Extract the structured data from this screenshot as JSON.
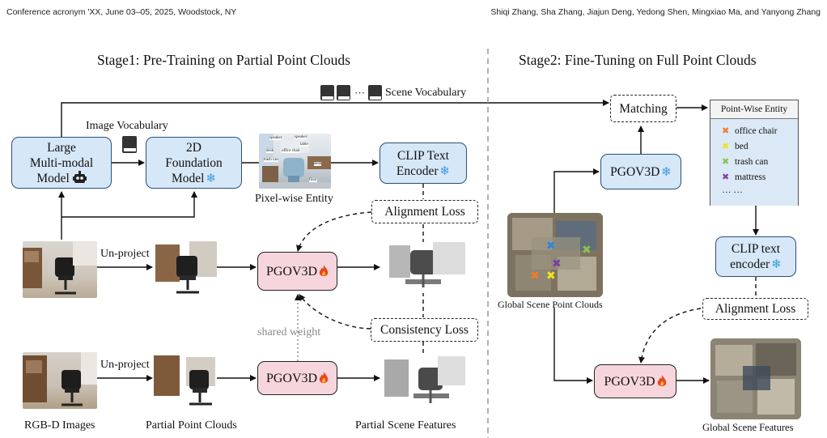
{
  "header": {
    "left": "Conference acronym 'XX, June 03–05, 2025, Woodstock, NY",
    "right": "Shiqi Zhang, Sha Zhang, Jiajun Deng, Yedong Shen, Mingxiao Ma, and Yanyong Zhang"
  },
  "stage1": {
    "title": "Stage1: Pre-Training on Partial Point Clouds",
    "image_vocabulary": "Image Vocabulary",
    "scene_vocabulary": "Scene Vocabulary",
    "vocab_ellipsis": "···",
    "mllm": [
      "Large",
      "Multi-modal",
      "Model"
    ],
    "foundation": [
      "2D",
      "Foundation",
      "Model"
    ],
    "clip_text": [
      "CLIP Text",
      "Encoder"
    ],
    "pixel_entity": "Pixel-wise Entity",
    "pixel_tags": [
      "speaker",
      "speaker",
      "table",
      "desk",
      "office chair",
      "trash can",
      "desk",
      "floor"
    ],
    "alignment_loss": "Alignment Loss",
    "unproject": "Un-project",
    "pgov3d": "PGOV3D",
    "shared_weight": "shared weight",
    "consistency_loss": "Consistency Loss",
    "captions": [
      "RGB-D Images",
      "Partial Point Clouds",
      "Partial Scene Features"
    ]
  },
  "stage2": {
    "title": "Stage2: Fine-Tuning on Full Point Clouds",
    "matching": "Matching",
    "pgov3d": "PGOV3D",
    "global_clouds": "Global Scene  Point Clouds",
    "legend_title": "Point-Wise Entity",
    "legend_items": [
      {
        "label": "office chair",
        "color": "#f07a2a"
      },
      {
        "label": "bed",
        "color": "#f2e21a"
      },
      {
        "label": "trash can",
        "color": "#86c44a"
      },
      {
        "label": "mattress",
        "color": "#7a3fa0"
      }
    ],
    "legend_more": "··· ···",
    "clip_text": [
      "CLIP text",
      "encoder"
    ],
    "alignment_loss": "Alignment Loss",
    "global_features": "Global Scene Features"
  },
  "icons": {
    "frozen": "snowflake-icon",
    "trainable": "fire-icon",
    "robot": "robot-icon",
    "book": "book-icon"
  },
  "colors": {
    "frozen_fill": "#d6e7f7",
    "trainable_fill": "#f6d6dc",
    "snowflake": "#3a9be0",
    "fire": "#e8461f"
  }
}
